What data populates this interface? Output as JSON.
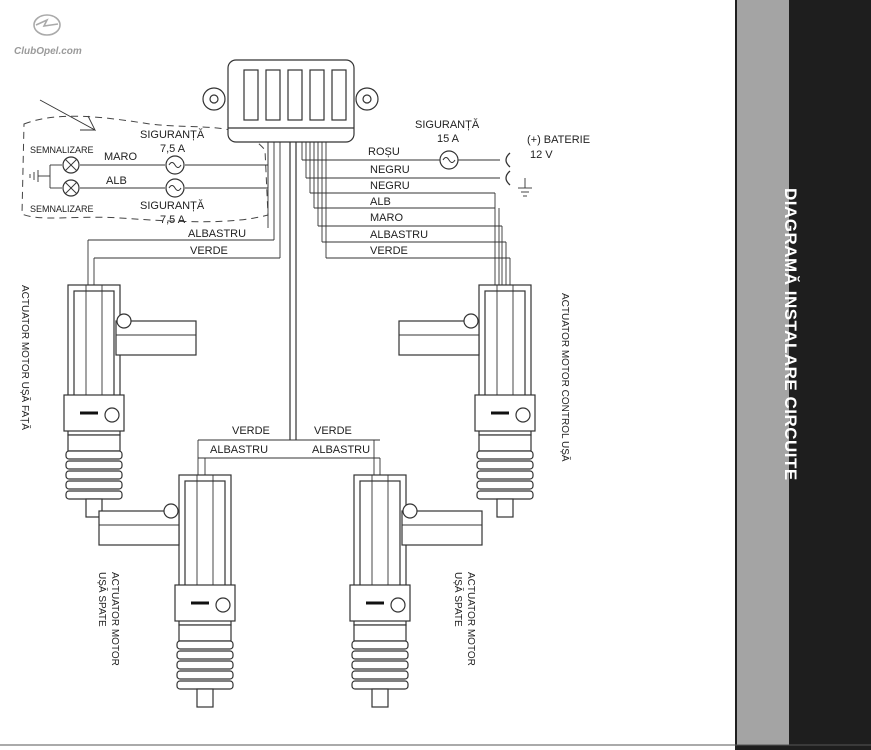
{
  "logo": {
    "text": "ClubOpel.com"
  },
  "title": "DIAGRAMĂ INSTALARE CIRCUITE",
  "control_unit": {
    "left_circuit": {
      "top_label": "SEMNALIZARE",
      "bottom_label": "SEMNALIZARE",
      "wire_top": "MARO",
      "wire_bottom": "ALB",
      "fuse_top_name": "SIGURANȚĂ",
      "fuse_top_value": "7,5 A",
      "fuse_bottom_name": "SIGURANȚĂ",
      "fuse_bottom_value": "7,5 A"
    },
    "right_circuit": {
      "fuse_name": "SIGURANȚĂ",
      "fuse_value": "15 A",
      "battery_label": "(+) BATERIE",
      "battery_voltage": "12 V",
      "wires": [
        "ROȘU",
        "NEGRU",
        "NEGRU",
        "ALB",
        "MARO",
        "ALBASTRU",
        "VERDE"
      ]
    },
    "left_wires": [
      "ALBASTRU",
      "VERDE"
    ]
  },
  "rear_wires": {
    "verde_left": "VERDE",
    "verde_right": "VERDE",
    "albastru_left": "ALBASTRU",
    "albastru_right": "ALBASTRU"
  },
  "actuators": {
    "front_door": "ACTUATOR MOTOR UȘĂ FAȚĂ",
    "control_door": "ACTUATOR MOTOR CONTROL UȘĂ",
    "rear_left": [
      "ACTUATOR MOTOR",
      "UȘĂ SPATE"
    ],
    "rear_right": [
      "ACTUATOR MOTOR",
      "UȘĂ SPATE"
    ]
  },
  "colors": {
    "sidebar_dark": "#1e1e1e",
    "sidebar_gray": "#a4a4a4",
    "line": "#333333"
  }
}
